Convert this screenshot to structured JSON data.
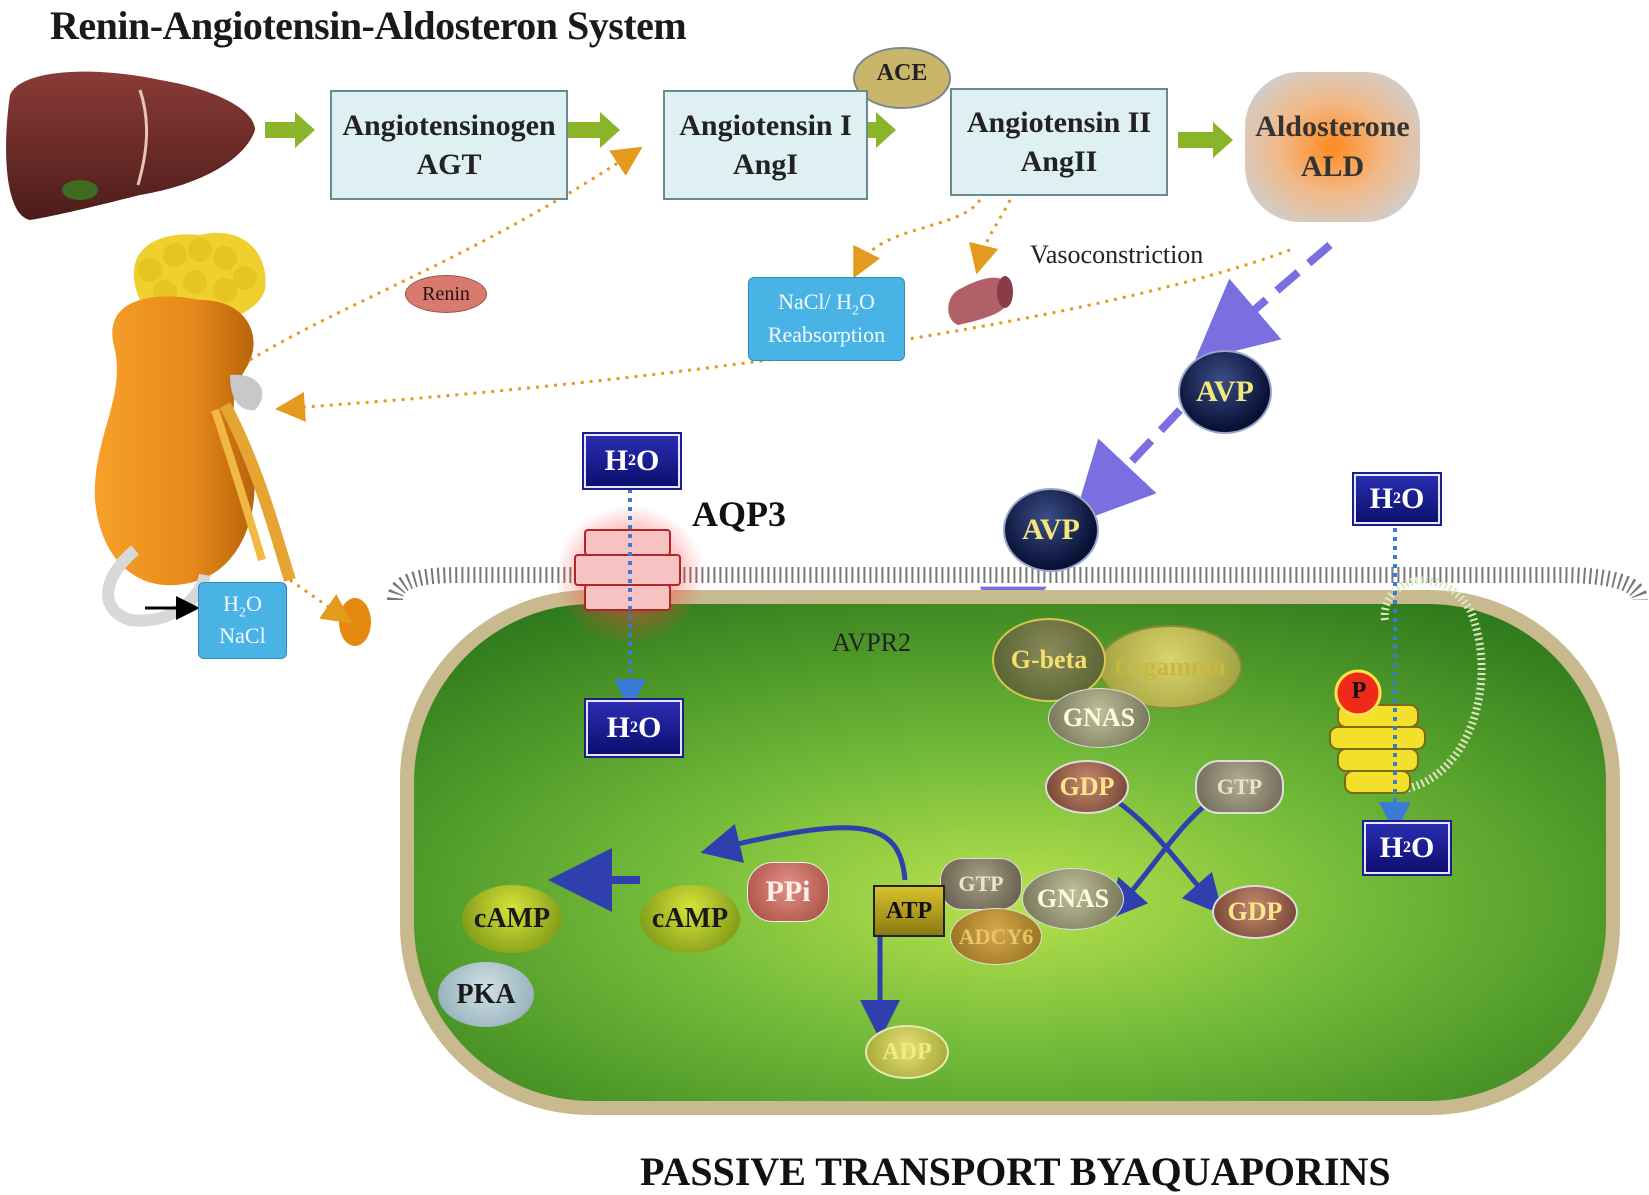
{
  "title": "Renin-Angiotensin-Aldosteron  System",
  "bottom_title": "PASSIVE TRANSPORT  BYAQUAPORINS",
  "boxes": {
    "angiotensinogen": {
      "line1": "Angiotensinogen",
      "line2": "AGT"
    },
    "angiotensin1": {
      "line1": "Angiotensin  I",
      "line2": "AngI"
    },
    "angiotensin2": {
      "line1": "Angiotensin  II",
      "line2": "AngII"
    },
    "aldosterone": {
      "line1": "Aldosterone",
      "line2": "ALD"
    }
  },
  "labels": {
    "ace": "ACE",
    "renin": "Renin",
    "vasoconstriction": "Vasoconstriction",
    "reabsorption_line1": "NaCl/ H",
    "reabsorption_sub": "2",
    "reabsorption_line1b": "O",
    "reabsorption_line2": "Reabsorption",
    "kidney_h2o": "H",
    "kidney_h2o_sub": "2",
    "kidney_h2o_o": "O",
    "kidney_nacl": "NaCl",
    "avp_top": "AVP",
    "avp_membrane": "AVP",
    "aqp3": "AQP3",
    "avpr2": "AVPR2",
    "water_h": "H",
    "water_sub": "2",
    "water_o": "O",
    "g_beta": "G-beta",
    "g_gamma": "G-gamma",
    "gnas_top": "GNAS",
    "gdp_top": "GDP",
    "gtp_right": "GTP",
    "gtp_left": "GTP",
    "gnas_bottom": "GNAS",
    "gdp_bottom": "GDP",
    "atp": "ATP",
    "adcy6": "ADCY6",
    "adp": "ADP",
    "ppi": "PPi",
    "camp_right": "cAMP",
    "camp_left": "cAMP",
    "pka": "PKA",
    "p": "P"
  },
  "colors": {
    "arrow_green": "#8ab52a",
    "dotted_orange": "#e39a1e",
    "dashed_purple": "#7a6ee0",
    "cell_green": "#3f8e22",
    "pathway_blue": "#2f3fae"
  }
}
